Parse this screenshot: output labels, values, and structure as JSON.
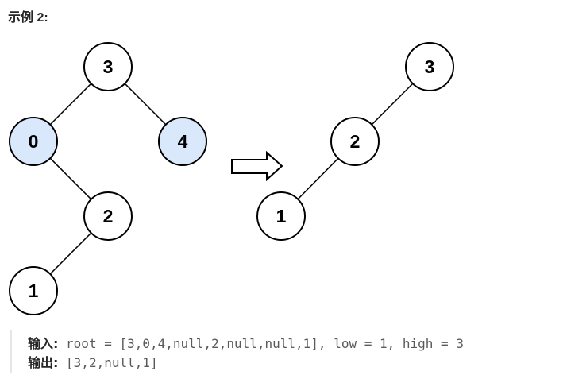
{
  "heading": "示例 2:",
  "colors": {
    "highlight_fill": "#dae8fc",
    "highlight_stroke": "#6c8ebf",
    "node_fill": "#ffffff"
  },
  "input_tree": {
    "nodes": [
      {
        "label": "3",
        "highlighted": false
      },
      {
        "label": "0",
        "highlighted": true
      },
      {
        "label": "4",
        "highlighted": true
      },
      {
        "label": "2",
        "highlighted": false
      },
      {
        "label": "1",
        "highlighted": false
      }
    ],
    "edges": [
      [
        "3",
        "0"
      ],
      [
        "3",
        "4"
      ],
      [
        "0",
        "2"
      ],
      [
        "2",
        "1"
      ]
    ]
  },
  "output_tree": {
    "nodes": [
      {
        "label": "3",
        "highlighted": false
      },
      {
        "label": "2",
        "highlighted": false
      },
      {
        "label": "1",
        "highlighted": false
      }
    ],
    "edges": [
      [
        "3",
        "2"
      ],
      [
        "2",
        "1"
      ]
    ]
  },
  "arrow_icon": "right-arrow-icon",
  "example": {
    "input_label": "输入:",
    "input_value": " root = [3,0,4,null,2,null,null,1], low = 1, high = 3",
    "output_label": "输出:",
    "output_value": " [3,2,null,1]"
  }
}
